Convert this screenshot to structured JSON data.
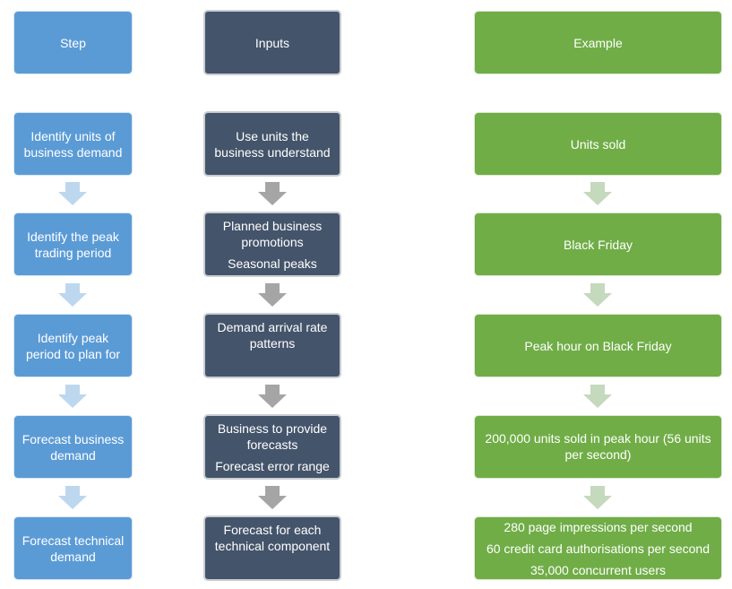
{
  "headers": {
    "step": "Step",
    "inputs": "Inputs",
    "example": "Example"
  },
  "steps": [
    "Identify units of\nbusiness demand",
    "Identify  the peak\ntrading period",
    "Identify  peak\nperiod to plan for",
    "Forecast business\ndemand",
    "Forecast technical\ndemand"
  ],
  "inputs": [
    [
      "Use units the\nbusiness understand"
    ],
    [
      "Planned business\npromotions",
      "Seasonal peaks"
    ],
    [
      "Demand arrival rate\npatterns"
    ],
    [
      "Business to provide\nforecasts",
      "Forecast error range"
    ],
    [
      "Forecast for each\ntechnical component"
    ]
  ],
  "examples": [
    [
      "Units sold"
    ],
    [
      "Black Friday"
    ],
    [
      "Peak hour on Black Friday"
    ],
    [
      "200,000 units sold in peak hour (56 units\nper second)"
    ],
    [
      "280 page impressions per second",
      "60 credit card authorisations per second",
      "35,000 concurrent users"
    ]
  ],
  "colors": {
    "step_box": "#5b9bd5",
    "input_box": "#44546a",
    "example_box": "#70ad47",
    "step_arrow": "#bdd7ee",
    "input_arrow": "#a5a5a5",
    "example_arrow": "#c5d9bd"
  }
}
